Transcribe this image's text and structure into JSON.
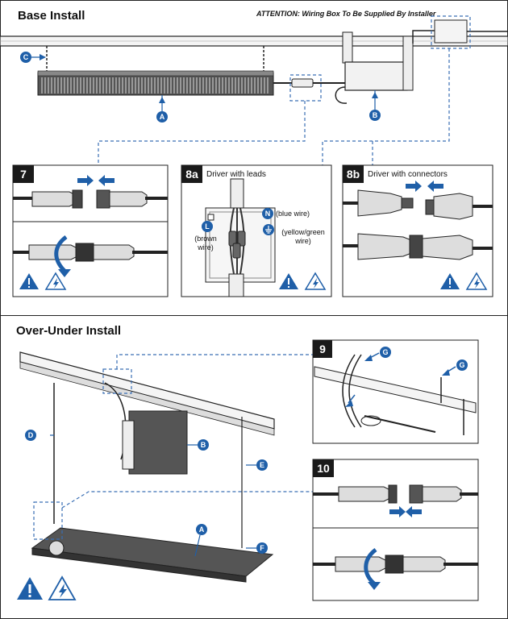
{
  "base_install": {
    "title": "Base Install",
    "attention": "ATTENTION: Wiring Box To Be Supplied By Installer",
    "labels": {
      "a": "A",
      "b": "B",
      "c": "C"
    }
  },
  "step7": {
    "number": "7"
  },
  "step8a": {
    "number": "8a",
    "title": "Driver with leads",
    "l_label": "L",
    "n_label": "N",
    "blue_wire": "(blue wire)",
    "brown_wire": "(brown wire)",
    "yellow_green_wire": "(yellow/green wire)"
  },
  "step8b": {
    "number": "8b",
    "title": "Driver with connectors"
  },
  "over_under": {
    "title": "Over-Under Install",
    "labels": {
      "a": "A",
      "b": "B",
      "d": "D",
      "e": "E",
      "f": "F"
    }
  },
  "step9": {
    "number": "9",
    "g_label": "G"
  },
  "step10": {
    "number": "10"
  },
  "colors": {
    "accent": "#1f5fa8",
    "ink": "#1a1a1a",
    "dash": "#3a6fb5"
  },
  "icons": [
    "warning-icon",
    "electric-shock-icon",
    "arrow-icon",
    "rotate-arrow-icon",
    "ground-symbol-icon",
    "cable-tie-icon"
  ]
}
